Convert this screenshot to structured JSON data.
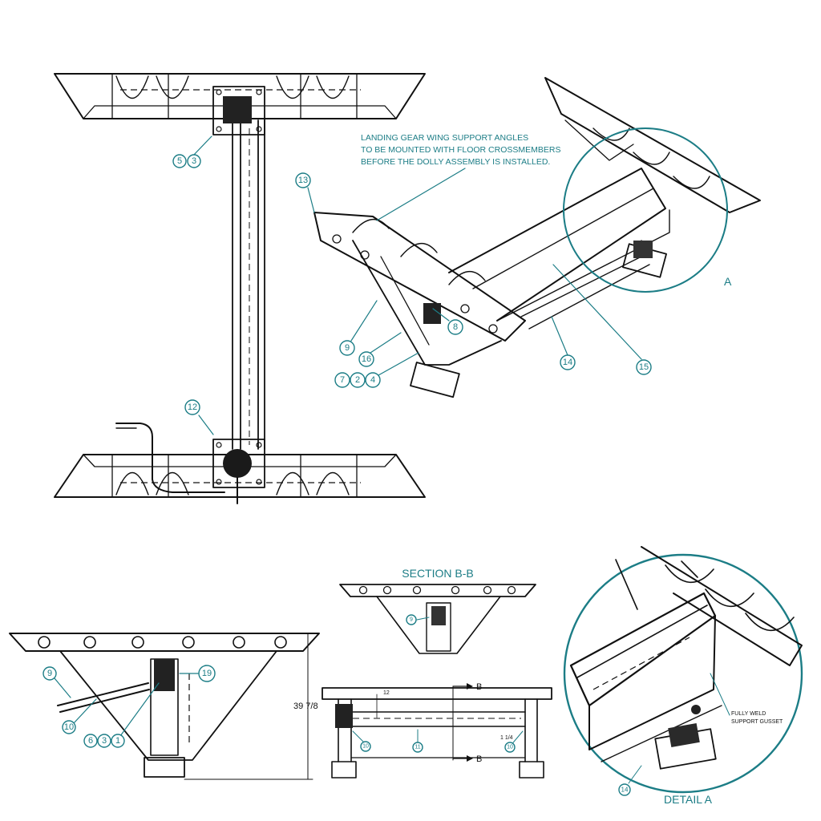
{
  "notes": {
    "landing_gear": [
      "LANDING GEAR WING SUPPORT ANGLES",
      "TO BE MOUNTED WITH FLOOR CROSSMEMBERS",
      "BEFORE THE DOLLY ASSEMBLY IS INSTALLED."
    ],
    "gusset": [
      "FULLY WELD",
      "SUPPORT GUSSET"
    ]
  },
  "labels": {
    "section_bb": "SECTION B-B",
    "detail_a": "DETAIL A",
    "view_a": "A",
    "section_b_top": "B",
    "section_b_bottom": "B",
    "height_dim": "39 7/8",
    "dim_12": "12",
    "dim_114": "1 1/4"
  },
  "balloons": {
    "b5": "5",
    "b3": "3",
    "b12": "12",
    "b13": "13",
    "b8": "8",
    "b9": "9",
    "b16": "16",
    "b7": "7",
    "b2": "2",
    "b4": "4",
    "b14": "14",
    "b15": "15",
    "e9": "9",
    "e10": "10",
    "e6": "6",
    "e3": "3",
    "e1": "1",
    "e19": "19",
    "s9": "9",
    "d14": "14",
    "f10a": "10",
    "f11": "11",
    "f10b": "10"
  }
}
